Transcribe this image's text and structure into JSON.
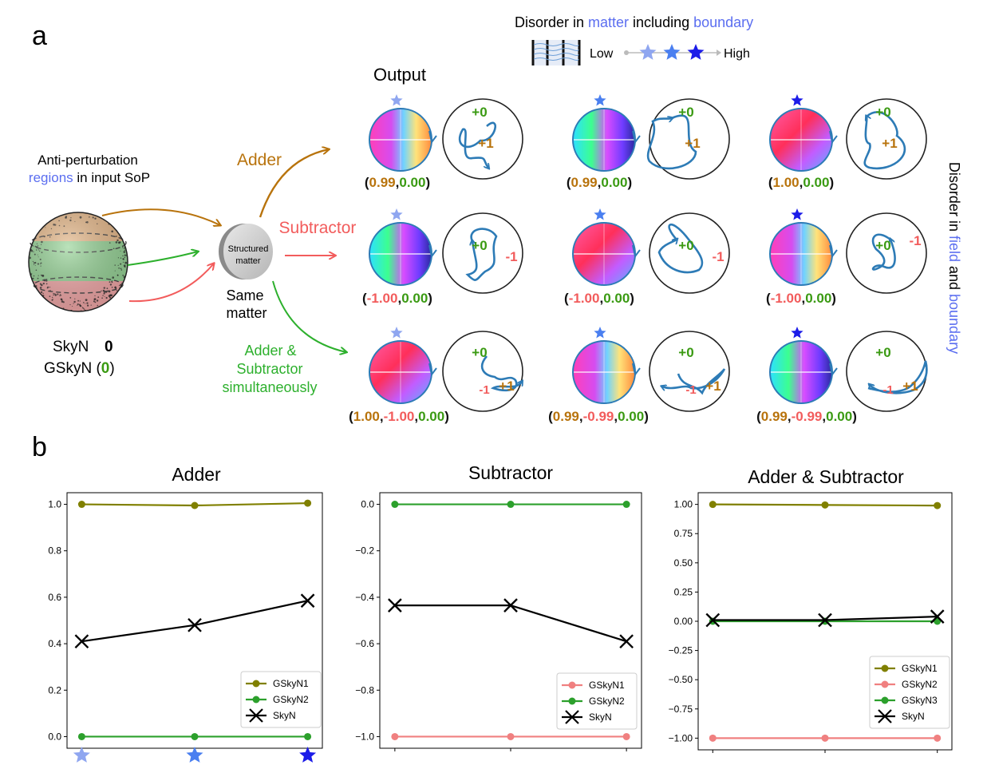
{
  "panel_a": {
    "label": "a",
    "legend": {
      "title_parts": [
        "Disorder in ",
        "matter",
        " including ",
        "boundary"
      ],
      "low": "Low",
      "high": "High"
    },
    "sphere_title_line1": "Anti-perturbation",
    "sphere_title_line2_parts": [
      "regions",
      " in input SoP"
    ],
    "skyn_label": "SkyN",
    "skyn_value": "0",
    "gskyn_label": "GSkyN",
    "gskyn_value": "0",
    "structured_matter": [
      "Structured",
      "matter"
    ],
    "same_matter": [
      "Same",
      "matter"
    ],
    "output_title": "Output",
    "ops": {
      "adder": "Adder",
      "subtractor": "Subtractor",
      "both": [
        "Adder &",
        "Subtractor",
        "simultaneously"
      ]
    },
    "vertical_label_parts": [
      "Disorder in ",
      "field",
      " and ",
      "boundary"
    ],
    "rows": [
      {
        "cells": [
          {
            "values": [
              "0.99",
              "0.00"
            ],
            "colors": [
              "#b8730c",
              "#3a9a12"
            ],
            "charges": [
              "+0",
              "+1"
            ]
          },
          {
            "values": [
              "0.99",
              "0.00"
            ],
            "colors": [
              "#b8730c",
              "#3a9a12"
            ],
            "charges": [
              "+0",
              "+1"
            ]
          },
          {
            "values": [
              "1.00",
              "0.00"
            ],
            "colors": [
              "#b8730c",
              "#3a9a12"
            ],
            "charges": [
              "+0",
              "+1"
            ]
          }
        ]
      },
      {
        "cells": [
          {
            "values": [
              "-1.00",
              "0.00"
            ],
            "colors": [
              "#f25c5c",
              "#3a9a12"
            ],
            "charges": [
              "+0",
              "-1"
            ]
          },
          {
            "values": [
              "-1.00",
              "0.00"
            ],
            "colors": [
              "#f25c5c",
              "#3a9a12"
            ],
            "charges": [
              "+0",
              "-1"
            ]
          },
          {
            "values": [
              "-1.00",
              "0.00"
            ],
            "colors": [
              "#f25c5c",
              "#3a9a12"
            ],
            "charges": [
              "+0",
              "-1"
            ]
          }
        ]
      },
      {
        "cells": [
          {
            "values": [
              "1.00",
              "-1.00",
              "0.00"
            ],
            "colors": [
              "#b8730c",
              "#f25c5c",
              "#3a9a12"
            ],
            "charges": [
              "+0",
              "-1",
              "+1"
            ]
          },
          {
            "values": [
              "0.99",
              "-0.99",
              "0.00"
            ],
            "colors": [
              "#b8730c",
              "#f25c5c",
              "#3a9a12"
            ],
            "charges": [
              "+0",
              "-1",
              "+1"
            ]
          },
          {
            "values": [
              "0.99",
              "-0.99",
              "0.00"
            ],
            "colors": [
              "#b8730c",
              "#f25c5c",
              "#3a9a12"
            ],
            "charges": [
              "+0",
              "-1",
              "+1"
            ]
          }
        ]
      }
    ],
    "colors": {
      "adder": "#b8730c",
      "subtractor": "#f25c5c",
      "both": "#2db02d",
      "blue_text": "#5b6ef0",
      "star_levels": [
        "#8fa6f0",
        "#4a7ff0",
        "#1c1ce8"
      ],
      "skyn_line": "#000000"
    }
  },
  "panel_b": {
    "label": "b"
  },
  "chart_data": [
    {
      "type": "line",
      "title": "Adder",
      "x": [
        1,
        2,
        3
      ],
      "x_tick_markers": [
        "star-light",
        "star-medium",
        "star-dark"
      ],
      "ylim": [
        -0.05,
        1.05
      ],
      "yticks": [
        "0.0",
        "0.2",
        "0.4",
        "0.6",
        "0.8",
        "1.0"
      ],
      "yticks_values": [
        0,
        0.2,
        0.4,
        0.6,
        0.8,
        1.0
      ],
      "legend_position": "lower-right",
      "series": [
        {
          "name": "GSkyN1",
          "values": [
            1.0,
            0.995,
            1.005
          ],
          "color": "#808000",
          "marker": "circle"
        },
        {
          "name": "GSkyN2",
          "values": [
            0.0,
            0.0,
            0.0
          ],
          "color": "#2ca02c",
          "marker": "circle"
        },
        {
          "name": "SkyN",
          "values": [
            0.41,
            0.48,
            0.585
          ],
          "color": "#000000",
          "marker": "x"
        }
      ]
    },
    {
      "type": "line",
      "title": "Subtractor",
      "x": [
        1,
        2,
        3
      ],
      "ylim": [
        -1.05,
        0.05
      ],
      "yticks": [
        "0.0",
        "−0.2",
        "−0.4",
        "−0.6",
        "−0.8",
        "−1.0"
      ],
      "yticks_values": [
        0,
        -0.2,
        -0.4,
        -0.6,
        -0.8,
        -1.0
      ],
      "legend_position": "lower-right",
      "series": [
        {
          "name": "GSkyN1",
          "values": [
            -1.0,
            -1.0,
            -1.0
          ],
          "color": "#f08080",
          "marker": "circle"
        },
        {
          "name": "GSkyN2",
          "values": [
            0.0,
            0.0,
            0.0
          ],
          "color": "#2ca02c",
          "marker": "circle"
        },
        {
          "name": "SkyN",
          "values": [
            -0.435,
            -0.435,
            -0.59
          ],
          "color": "#000000",
          "marker": "x"
        }
      ]
    },
    {
      "type": "line",
      "title": "Adder & Subtractor",
      "x": [
        1,
        2,
        3
      ],
      "ylim": [
        -1.1,
        1.1
      ],
      "yticks": [
        "1.00",
        "0.75",
        "0.50",
        "0.25",
        "0.00",
        "−0.25",
        "−0.50",
        "−0.75",
        "−1.00"
      ],
      "yticks_values": [
        1.0,
        0.75,
        0.5,
        0.25,
        0.0,
        -0.25,
        -0.5,
        -0.75,
        -1.0
      ],
      "legend_position": "lower-right",
      "series": [
        {
          "name": "GSkyN1",
          "values": [
            1.0,
            0.995,
            0.99
          ],
          "color": "#808000",
          "marker": "circle"
        },
        {
          "name": "GSkyN2",
          "values": [
            -1.0,
            -1.0,
            -1.0
          ],
          "color": "#f08080",
          "marker": "circle"
        },
        {
          "name": "GSkyN3",
          "values": [
            0.0,
            0.0,
            0.0
          ],
          "color": "#2ca02c",
          "marker": "circle"
        },
        {
          "name": "SkyN",
          "values": [
            0.01,
            0.01,
            0.04
          ],
          "color": "#000000",
          "marker": "x"
        }
      ]
    }
  ]
}
